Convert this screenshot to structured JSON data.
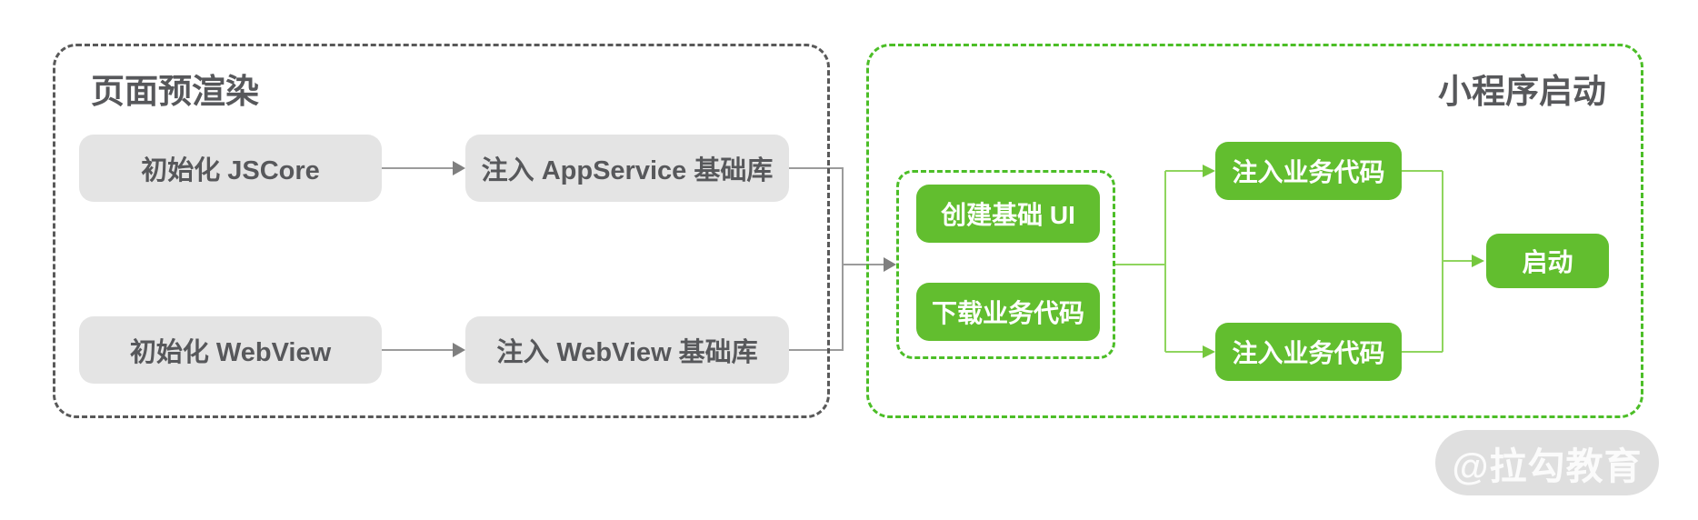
{
  "left_panel": {
    "title": "页面预渲染",
    "nodes": [
      {
        "id": "init-jscore",
        "label": "初始化 JSCore"
      },
      {
        "id": "inject-appservice",
        "label": "注入 AppService 基础库"
      },
      {
        "id": "init-webview",
        "label": "初始化 WebView"
      },
      {
        "id": "inject-webview",
        "label": "注入 WebView 基础库"
      }
    ]
  },
  "right_panel": {
    "title": "小程序启动",
    "nodes": [
      {
        "id": "create-base-ui",
        "label": "创建基础 UI"
      },
      {
        "id": "download-biz-code",
        "label": "下载业务代码"
      },
      {
        "id": "inject-biz-code-top",
        "label": "注入业务代码"
      },
      {
        "id": "inject-biz-code-bottom",
        "label": "注入业务代码"
      },
      {
        "id": "launch",
        "label": "启动"
      }
    ]
  },
  "watermark": {
    "label": "@拉勾教育"
  },
  "colors": {
    "panel_border_gray": "#595959",
    "panel_border_green": "#4cbe27",
    "node_fill_gray": "#e4e4e4",
    "node_fill_green": "#62be2f",
    "text_dark": "#57585b",
    "text_white": "#ffffff",
    "connector_gray": "#9b9b9b",
    "arrow_gray": "#7f7f7f",
    "connector_green": "#8fd55e",
    "arrow_green": "#74c73d"
  }
}
